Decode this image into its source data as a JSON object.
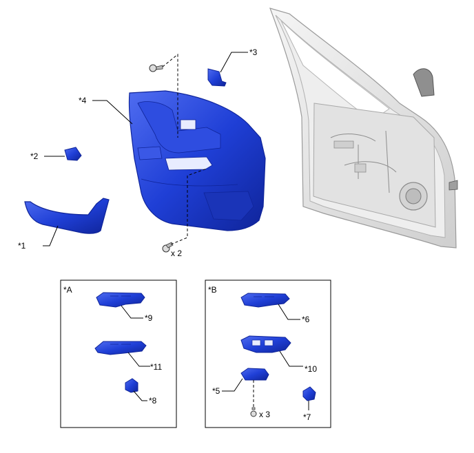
{
  "colors": {
    "part_blue": "#1f3fd6",
    "part_blue_dark": "#0f2499",
    "part_blue_light": "#4f6cf0",
    "body_grey": "#e6e6e6",
    "body_grey_dark": "#9a9a9a"
  },
  "callouts": {
    "c1": "*1",
    "c2": "*2",
    "c3": "*3",
    "c4": "*4",
    "c5": "*5",
    "c6": "*6",
    "c7": "*7",
    "c8": "*8",
    "c9": "*9",
    "c10": "*10",
    "c11": "*11"
  },
  "quantities": {
    "lower_screw": "x 2",
    "switch_screw": "x 3"
  },
  "boxes": {
    "a": "*A",
    "b": "*B"
  },
  "icons": [
    "screw-icon",
    "door-trim-panel",
    "door-shell",
    "power-window-switch"
  ]
}
